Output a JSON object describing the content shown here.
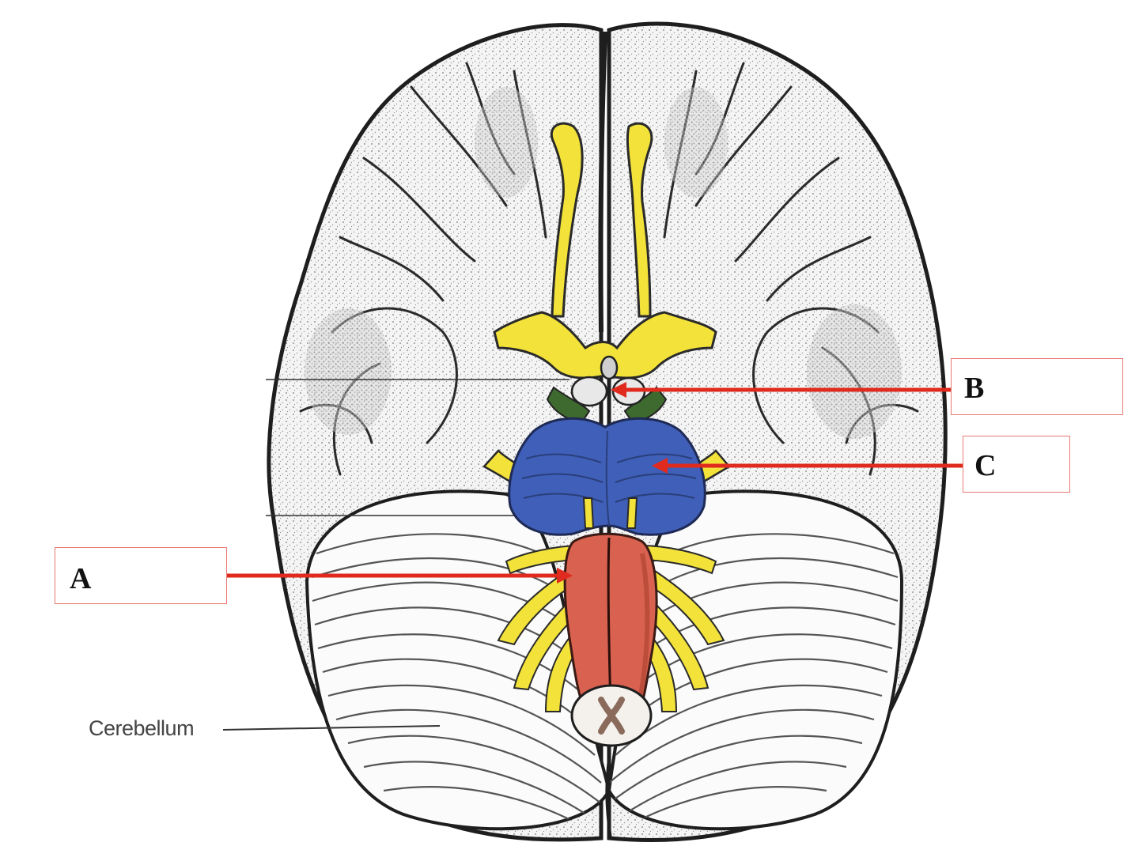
{
  "labels": {
    "a": "A",
    "b": "B",
    "c": "C",
    "cerebellum": "Cerebellum"
  },
  "colors": {
    "outline": "#1e1e1e",
    "brain_fill": "#f3f3f3",
    "cranial_nerves": "#f2e23a",
    "pons": "#3f5fb8",
    "medulla": "#d9614f",
    "optic_region_green": "#3f6a2f",
    "arrow": "#e02a1e",
    "label_border": "#e87a72"
  }
}
